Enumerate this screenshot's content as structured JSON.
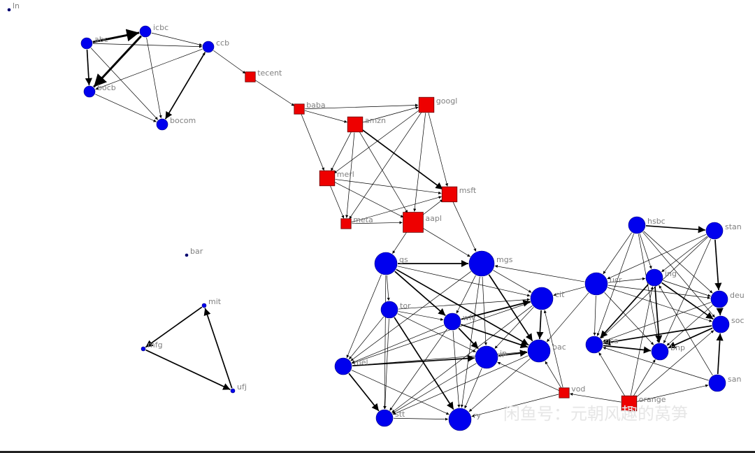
{
  "colors": {
    "bank": "#0000ee",
    "tech": "#ee0000",
    "edge": "#000000",
    "label": "#808080"
  },
  "watermark": "闲鱼号：元朝风趣的莴笋",
  "nodes": [
    {
      "id": "ln",
      "shape": "dot",
      "size": "tiny"
    },
    {
      "id": "abc",
      "shape": "circle",
      "size": "small"
    },
    {
      "id": "icbc",
      "shape": "circle",
      "size": "small"
    },
    {
      "id": "ccb",
      "shape": "circle",
      "size": "small"
    },
    {
      "id": "bocb",
      "shape": "circle",
      "size": "small"
    },
    {
      "id": "bocom",
      "shape": "circle",
      "size": "small"
    },
    {
      "id": "tecent",
      "shape": "square",
      "size": "small"
    },
    {
      "id": "baba",
      "shape": "square",
      "size": "small"
    },
    {
      "id": "amzn",
      "shape": "square",
      "size": "medium"
    },
    {
      "id": "googl",
      "shape": "square",
      "size": "medium"
    },
    {
      "id": "merl",
      "shape": "square",
      "size": "medium"
    },
    {
      "id": "msft",
      "shape": "square",
      "size": "medium"
    },
    {
      "id": "meta",
      "shape": "square",
      "size": "small"
    },
    {
      "id": "aapl",
      "shape": "square",
      "size": "large"
    },
    {
      "id": "bar",
      "shape": "dot",
      "size": "tiny"
    },
    {
      "id": "mit",
      "shape": "circle",
      "size": "tiny"
    },
    {
      "id": "mfg",
      "shape": "circle",
      "size": "tiny"
    },
    {
      "id": "ufj",
      "shape": "circle",
      "size": "tiny"
    },
    {
      "id": "gs",
      "shape": "circle",
      "size": "large"
    },
    {
      "id": "mgs",
      "shape": "circle",
      "size": "xlarge"
    },
    {
      "id": "tor",
      "shape": "circle",
      "size": "medium"
    },
    {
      "id": "wfc",
      "shape": "circle",
      "size": "medium"
    },
    {
      "id": "cit",
      "shape": "circle",
      "size": "large"
    },
    {
      "id": "mel",
      "shape": "circle",
      "size": "medium"
    },
    {
      "id": "jp",
      "shape": "circle",
      "size": "large"
    },
    {
      "id": "bac",
      "shape": "circle",
      "size": "large"
    },
    {
      "id": "stt",
      "shape": "circle",
      "size": "medium"
    },
    {
      "id": "ry",
      "shape": "circle",
      "size": "large"
    },
    {
      "id": "vod",
      "shape": "square",
      "size": "small"
    },
    {
      "id": "orange",
      "shape": "square",
      "size": "medium"
    },
    {
      "id": "hsbc",
      "shape": "circle",
      "size": "medium"
    },
    {
      "id": "stan",
      "shape": "circle",
      "size": "medium"
    },
    {
      "id": "ucr",
      "shape": "circle",
      "size": "large"
    },
    {
      "id": "ing",
      "shape": "circle",
      "size": "medium"
    },
    {
      "id": "deu",
      "shape": "circle",
      "size": "medium"
    },
    {
      "id": "soc",
      "shape": "circle",
      "size": "medium"
    },
    {
      "id": "gca",
      "shape": "circle",
      "size": "medium"
    },
    {
      "id": "bnp",
      "shape": "circle",
      "size": "medium"
    },
    {
      "id": "san",
      "shape": "circle",
      "size": "medium"
    }
  ],
  "edges": [
    [
      "abc",
      "icbc",
      3
    ],
    [
      "icbc",
      "bocb",
      3
    ],
    [
      "abc",
      "bocb",
      2
    ],
    [
      "abc",
      "ccb",
      1
    ],
    [
      "icbc",
      "ccb",
      1
    ],
    [
      "ccb",
      "bocb",
      1
    ],
    [
      "ccb",
      "bocom",
      2
    ],
    [
      "bocb",
      "bocom",
      1
    ],
    [
      "abc",
      "bocom",
      1
    ],
    [
      "icbc",
      "bocom",
      1
    ],
    [
      "bocom",
      "ccb",
      1
    ],
    [
      "ccb",
      "tecent",
      1
    ],
    [
      "tecent",
      "baba",
      1
    ],
    [
      "baba",
      "amzn",
      1
    ],
    [
      "baba",
      "googl",
      1
    ],
    [
      "baba",
      "merl",
      1
    ],
    [
      "amzn",
      "googl",
      1
    ],
    [
      "amzn",
      "merl",
      1
    ],
    [
      "amzn",
      "msft",
      2
    ],
    [
      "amzn",
      "meta",
      1
    ],
    [
      "amzn",
      "aapl",
      1
    ],
    [
      "googl",
      "msft",
      1
    ],
    [
      "googl",
      "meta",
      1
    ],
    [
      "googl",
      "aapl",
      1
    ],
    [
      "googl",
      "merl",
      1
    ],
    [
      "merl",
      "msft",
      1
    ],
    [
      "merl",
      "meta",
      1
    ],
    [
      "merl",
      "aapl",
      1
    ],
    [
      "meta",
      "msft",
      1
    ],
    [
      "meta",
      "aapl",
      1
    ],
    [
      "aapl",
      "msft",
      1
    ],
    [
      "aapl",
      "gs",
      1
    ],
    [
      "aapl",
      "mgs",
      1
    ],
    [
      "msft",
      "mgs",
      1
    ],
    [
      "mit",
      "mfg",
      2
    ],
    [
      "mfg",
      "ufj",
      2
    ],
    [
      "ufj",
      "mit",
      2
    ],
    [
      "gs",
      "mgs",
      2
    ],
    [
      "gs",
      "tor",
      1
    ],
    [
      "gs",
      "wfc",
      2
    ],
    [
      "gs",
      "mel",
      1
    ],
    [
      "gs",
      "cit",
      1
    ],
    [
      "gs",
      "bac",
      2
    ],
    [
      "gs",
      "stt",
      1
    ],
    [
      "mgs",
      "wfc",
      1
    ],
    [
      "mgs",
      "cit",
      1
    ],
    [
      "mgs",
      "bac",
      2
    ],
    [
      "mgs",
      "jp",
      1
    ],
    [
      "mgs",
      "ry",
      1
    ],
    [
      "mgs",
      "mel",
      1
    ],
    [
      "tor",
      "wfc",
      1
    ],
    [
      "tor",
      "cit",
      1
    ],
    [
      "tor",
      "jp",
      1
    ],
    [
      "tor",
      "stt",
      1
    ],
    [
      "tor",
      "ry",
      2
    ],
    [
      "tor",
      "mel",
      1
    ],
    [
      "wfc",
      "cit",
      2
    ],
    [
      "wfc",
      "bac",
      2
    ],
    [
      "wfc",
      "jp",
      2
    ],
    [
      "wfc",
      "mel",
      1
    ],
    [
      "wfc",
      "stt",
      1
    ],
    [
      "wfc",
      "ry",
      1
    ],
    [
      "cit",
      "bac",
      2
    ],
    [
      "cit",
      "jp",
      1
    ],
    [
      "cit",
      "mel",
      1
    ],
    [
      "cit",
      "stt",
      1
    ],
    [
      "mel",
      "jp",
      2
    ],
    [
      "mel",
      "bac",
      1
    ],
    [
      "mel",
      "stt",
      2
    ],
    [
      "mel",
      "ry",
      1
    ],
    [
      "jp",
      "bac",
      2
    ],
    [
      "jp",
      "stt",
      1
    ],
    [
      "jp",
      "ry",
      1
    ],
    [
      "bac",
      "stt",
      1
    ],
    [
      "bac",
      "ry",
      1
    ],
    [
      "stt",
      "ry",
      1
    ],
    [
      "vod",
      "bac",
      1
    ],
    [
      "vod",
      "cit",
      1
    ],
    [
      "vod",
      "jp",
      1
    ],
    [
      "vod",
      "ry",
      1
    ],
    [
      "orange",
      "vod",
      1
    ],
    [
      "ucr",
      "mgs",
      1
    ],
    [
      "ucr",
      "cit",
      1
    ],
    [
      "ucr",
      "bac",
      1
    ],
    [
      "hsbc",
      "stan",
      2
    ],
    [
      "hsbc",
      "ucr",
      1
    ],
    [
      "hsbc",
      "ing",
      1
    ],
    [
      "hsbc",
      "deu",
      1
    ],
    [
      "hsbc",
      "soc",
      1
    ],
    [
      "hsbc",
      "gca",
      1
    ],
    [
      "hsbc",
      "bnp",
      1
    ],
    [
      "stan",
      "ucr",
      1
    ],
    [
      "stan",
      "ing",
      1
    ],
    [
      "stan",
      "deu",
      2
    ],
    [
      "stan",
      "gca",
      1
    ],
    [
      "stan",
      "bnp",
      1
    ],
    [
      "ucr",
      "ing",
      1
    ],
    [
      "ucr",
      "deu",
      1
    ],
    [
      "ucr",
      "gca",
      1
    ],
    [
      "ucr",
      "bnp",
      1
    ],
    [
      "ucr",
      "soc",
      1
    ],
    [
      "ing",
      "deu",
      1
    ],
    [
      "ing",
      "soc",
      2
    ],
    [
      "ing",
      "gca",
      2
    ],
    [
      "ing",
      "bnp",
      2
    ],
    [
      "deu",
      "soc",
      2
    ],
    [
      "deu",
      "gca",
      1
    ],
    [
      "deu",
      "bnp",
      1
    ],
    [
      "soc",
      "gca",
      2
    ],
    [
      "soc",
      "bnp",
      2
    ],
    [
      "gca",
      "bnp",
      2
    ],
    [
      "san",
      "soc",
      2
    ],
    [
      "san",
      "ing",
      1
    ],
    [
      "san",
      "gca",
      1
    ],
    [
      "orange",
      "gca",
      1
    ],
    [
      "orange",
      "bnp",
      1
    ],
    [
      "orange",
      "ing",
      1
    ],
    [
      "orange",
      "soc",
      1
    ],
    [
      "orange",
      "san",
      1
    ]
  ]
}
